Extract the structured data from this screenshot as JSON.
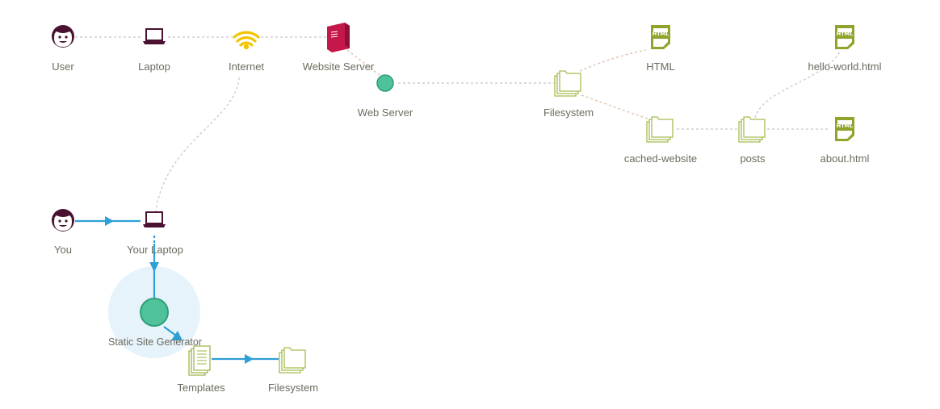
{
  "labels": {
    "user": "User",
    "laptop": "Laptop",
    "internet": "Internet",
    "website_server": "Website Server",
    "web_server": "Web Server",
    "filesystem_top": "Filesystem",
    "html": "HTML",
    "cached_website": "cached-website",
    "posts": "posts",
    "hello_world": "hello-world.html",
    "about": "about.html",
    "you": "You",
    "your_laptop": "Your Laptop",
    "static_site_generator": "Static Site Generator",
    "templates": "Templates",
    "filesystem_bottom": "Filesystem"
  },
  "icon_text": {
    "html_badge": "HTML"
  },
  "icons": {
    "user": "face-icon",
    "laptop": "laptop-icon",
    "internet": "wifi-icon",
    "website_server": "server-icon",
    "web_server": "process-node-icon",
    "filesystem": "folder-icon",
    "html": "html-file-icon",
    "templates": "documents-icon"
  },
  "colors": {
    "person": "#4a1230",
    "laptop": "#4a1230",
    "wifi": "#f2c500",
    "server": "#c4184a",
    "node": "#4fc29b",
    "node_stroke": "#2e9f78",
    "folder": "#a3bd52",
    "html": "#8fa42a",
    "flow": "#2f9fd6",
    "highlight": "#e6f3fa",
    "label": "#6b6b5e"
  }
}
